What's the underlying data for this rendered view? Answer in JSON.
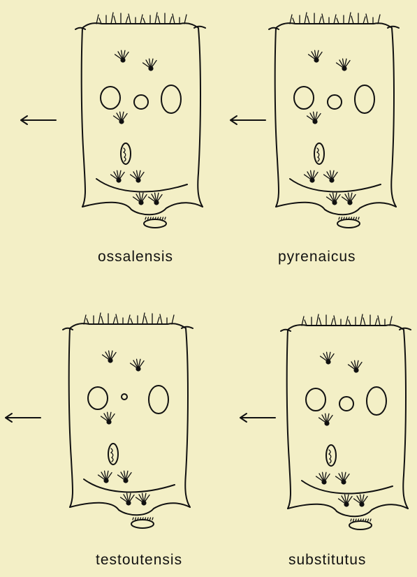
{
  "figure": {
    "panels": [
      {
        "species": "ossalensis"
      },
      {
        "species": "pyrenaicus"
      },
      {
        "species": "testoutensis"
      },
      {
        "species": "substitutus"
      }
    ]
  },
  "colors": {
    "background": "#f3efc6",
    "ink": "#111111"
  }
}
